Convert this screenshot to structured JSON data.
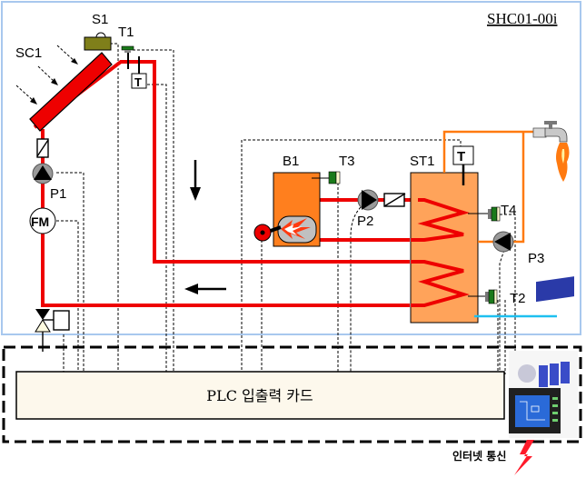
{
  "diagram": {
    "code_label": "SHC01-00i",
    "components": {
      "solar_collector": "SC1",
      "sensor_s1": "S1",
      "sensor_t1": "T1",
      "pump_p1": "P1",
      "flow_meter": "FM",
      "boiler": "B1",
      "sensor_t3": "T3",
      "pump_p2": "P2",
      "storage_tank": "ST1",
      "sensor_t4": "T4",
      "pump_p3": "P3",
      "sensor_t2": "T2",
      "thermostat_symbol": "T"
    },
    "plc_label": "PLC 입출력 카드",
    "internet_label": "인터넷 통신",
    "colors": {
      "loop_red": "#ee0000",
      "hot_water_orange": "#ff7a10",
      "boiler_fill": "#ff7f1e",
      "tank_fill": "#ffa35a",
      "cold_water_blue": "#1ec0f0",
      "frame_blue": "#a8c8ee",
      "plc_fill": "#fdf8ec",
      "sensor_green": "#1a7a1a",
      "sensor_olive": "#7f7f1a"
    }
  }
}
